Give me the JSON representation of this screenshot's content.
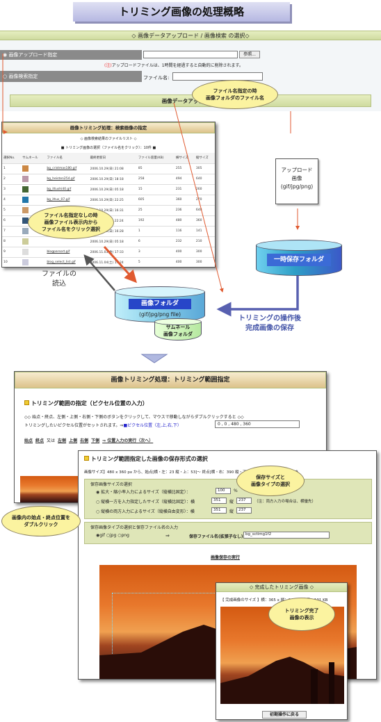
{
  "title": "トリミング画像の処理概略",
  "upload": {
    "header": "◇ 画像データアップロード / 画像検索 の選択◇",
    "opt_upload": "画像アップロード指定",
    "browse": "参照...",
    "note_label": "(注)",
    "note": "アップロードファイルは、1時間を経過すると自動的に削除されます。",
    "opt_search": "画像検索指定",
    "filename_label": "ファイル名:",
    "submit": "画像データアップロード"
  },
  "callouts": {
    "filename": "ファイル名指定の時\n画像フォルダのファイル名",
    "list": "ファイル名指定なしの時\n画像ファイル表示内から\nファイル名をクリック選択",
    "size_type": "保存サイズと\n画像タイプの選択",
    "click": "画像内の始点・終点位置を\nダブルクリック",
    "done": "トリミング完了\n画像の表示"
  },
  "search_panel": {
    "title": "画像トリミング処理：検索画像の指定",
    "subtitle": "◇ 画像検索結果のファイルリスト ◇",
    "instruction": "■ トリミング画像の選択（ファイル名をクリック）：10件 ■",
    "columns": [
      "選択No.",
      "サムネール",
      "ファイル名",
      "最終更新日",
      "ファイル容量(KB)",
      "横サイズ",
      "縦サイズ"
    ],
    "rows": [
      [
        "1",
        "",
        "bg_cristmas180.gif",
        "2006.10.29(日) 21:08",
        "85",
        "255",
        "305"
      ],
      [
        "2",
        "",
        "bg_heisten254.gif",
        "2006.10.29(日) 18:18",
        "258",
        "494",
        "640"
      ],
      [
        "3",
        "",
        "bg_ittushi40.gif",
        "2006.10.29(日) 05:18",
        "15",
        "231",
        "260"
      ],
      [
        "4",
        "",
        "bg_ittus_07.gif",
        "2006.10.29(日) 22:25",
        "605",
        "360",
        "270"
      ],
      [
        "5",
        "",
        "",
        "2006.10.29(日) 16:31",
        "25",
        "236",
        "640"
      ],
      [
        "6",
        "",
        "",
        "2006.10.29(日) 22:24",
        "192",
        "480",
        "360"
      ],
      [
        "7",
        "",
        "",
        "2006.10.29(日) 16:28",
        "1",
        "116",
        "141"
      ],
      [
        "8",
        "",
        "",
        "2006.10.29(日) 05:18",
        "6",
        "232",
        "210"
      ],
      [
        "9",
        "",
        "blogparsort.gif",
        "2006.11.03(金) 17:33",
        "3",
        "400",
        "300"
      ],
      [
        "10",
        "",
        "blog_select_list.gif",
        "2006.11.04(土) 17:24",
        "5",
        "400",
        "300"
      ]
    ]
  },
  "upload_file": {
    "line1": "アップロード",
    "line2": "画像",
    "line3": "(gif/jpg/png)"
  },
  "temp_folder": "一時保存フォルダ",
  "image_folder": {
    "title": "画像フォルダ",
    "sub": "(gif/jpg/png file)"
  },
  "thumb_folder": {
    "line1": "サムネール",
    "line2": "画像フォルダ"
  },
  "file_read": {
    "line1": "ファイルの",
    "line2": "読込"
  },
  "save_label": {
    "line1": "トリミングの操作後",
    "line2": "完成画像の保存"
  },
  "trim_panel": {
    "title": "画像トリミング処理：トリミング範囲指定",
    "section": "トリミング範囲の指定（ピクセル位置の入力）",
    "desc1": "◇◇  始点・終点、左側・上側・右側・下側のボタンをクリックして、マウスで移動しながらダブルクリックすると  ◇◇",
    "desc2": "トリミングしたいピクセル位置がセットされます。⇒",
    "pixel_label": "■ピクセル位置（左,上,右,下）",
    "pixel_value": "0 , 0 , 480 , 360",
    "buttons": [
      "始点",
      "終点",
      "又は",
      "左側",
      "上側",
      "右側",
      "下側"
    ],
    "exec": "⇒ 位置入力の実行（次へ）"
  },
  "save_panel": {
    "title": "トリミング範囲指定した画像の保存形式の選択",
    "size_line": "画像サイズ】480 x 360 px から、始点[横・左：23 縦・上：53]～ 終点[横・右：390 縦・下：290] までの範囲を切り抜き",
    "size_section": "保存画像サイズの選択",
    "opt1": "拡大・縮小率入力によるサイズ（縦横比固定）：",
    "opt1_val": "100",
    "opt1_unit": "%",
    "opt2": "縦横一方を入力指定したサイズ（縦横比固定）：横",
    "opt2_w": "351",
    "opt2_h_label": "縦",
    "opt2_h": "237",
    "opt2_note": "（注：両方入力の場合は、横優先）",
    "opt3": "縦横の両方入力によるサイズ（縦横自由変形）：横",
    "opt3_w": "351",
    "opt3_h": "237",
    "type_section": "保存画像タイプの選択と保存ファイル名の入力",
    "types": [
      "gif",
      "jpg",
      "png"
    ],
    "arrow": "⇒",
    "fname_label": "保存ファイル名(拡張子なし)：",
    "fname": "bg_sctimg1f2",
    "exec": "画像保存の実行"
  },
  "done_panel": {
    "title": "◇ 完成したトリミング画像 ◇",
    "info": "【 完成画像のサイズ 】横：365 x 縦：248 px 容量：101 KB",
    "back": "初期操作に戻る"
  },
  "colors": {
    "cyl_teal": "#2e9fc6",
    "cyl_blue": "#3b58c8",
    "arrow_red": "#e05a30",
    "arrow_blue": "#5860b0"
  }
}
